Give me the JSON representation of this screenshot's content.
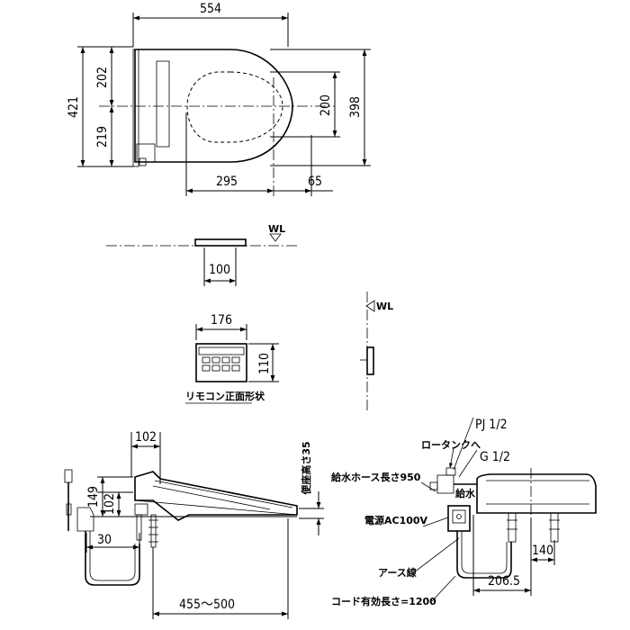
{
  "top_view": {
    "width_total": "554",
    "height_total": "421",
    "height_upper": "202",
    "height_lower": "219",
    "bowl_width": "200",
    "bowl_height": "398",
    "offset_a": "295",
    "offset_b": "65"
  },
  "water_level": {
    "marker": "WL",
    "dim_100": "100"
  },
  "remote": {
    "width": "176",
    "height": "110",
    "caption": "リモコン正面形状"
  },
  "side_view": {
    "depth_102": "102",
    "height_149": "149",
    "height_102": "102",
    "dim_30": "30",
    "range": "455～500",
    "shaft_label": "便座高さ35"
  },
  "rear_view": {
    "pj": "PJ 1/2",
    "low_tank": "ロータンクへ",
    "g": "G 1/2",
    "hose_length": "給水ホース長さ950",
    "water_supply": "給水",
    "power": "電源AC100V",
    "earth": "アース線",
    "cord_length": "コード有効長さ=1200",
    "dim_140": "140",
    "dim_2065": "206.5"
  }
}
